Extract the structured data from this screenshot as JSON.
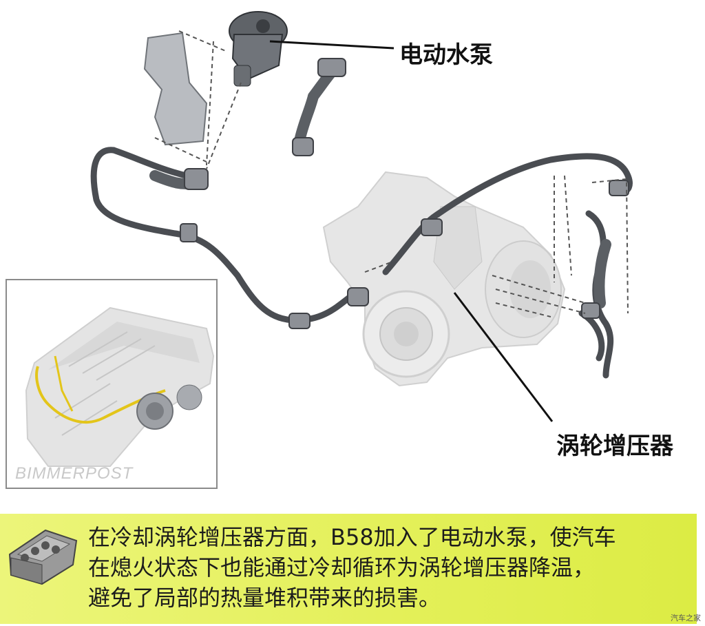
{
  "labels": {
    "electric_water_pump": "电动水泵",
    "turbocharger": "涡轮增压器"
  },
  "inset": {
    "watermark": "BIMMERPOST"
  },
  "caption": {
    "lines": [
      "在冷却涡轮增压器方面，B58加入了电动水泵，使汽车",
      "在熄火状态下也能通过冷却循环为涡轮增压器降温，",
      "避免了局部的热量堆积带来的损害。"
    ],
    "corner_mark": "汽车之家"
  },
  "colors": {
    "banner": "#e4f05a",
    "pipe": "#4a4d52",
    "part_light": "#e2e2e2",
    "inset_pipe": "#e3c51a"
  }
}
